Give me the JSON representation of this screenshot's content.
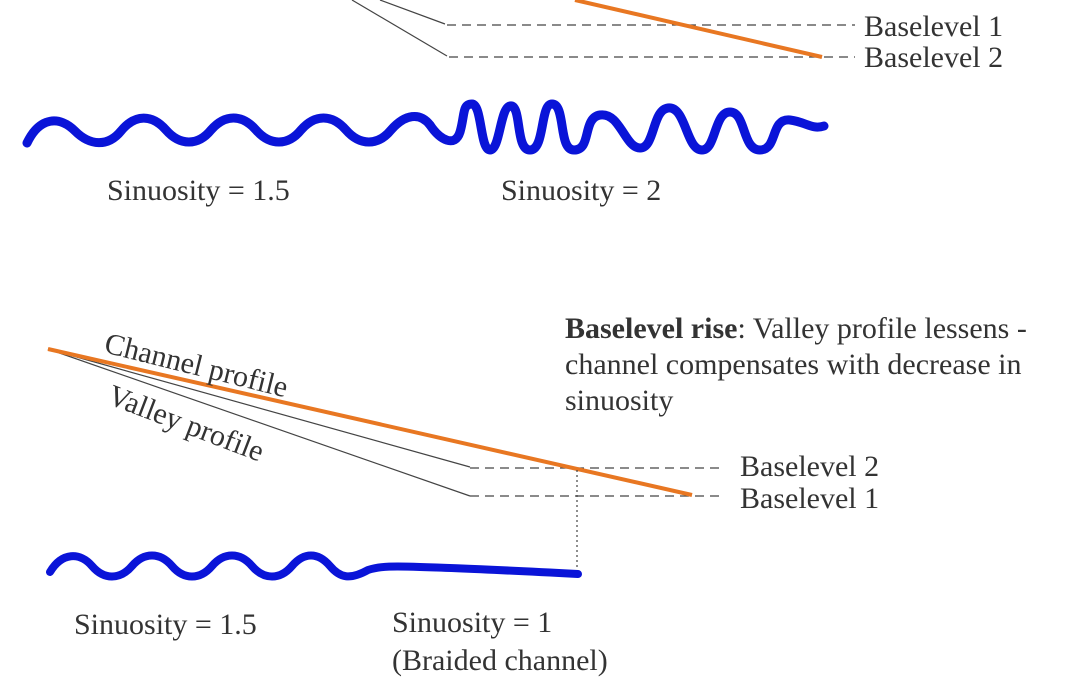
{
  "top_panel": {
    "baselevel_upper": "Baselevel 1",
    "baselevel_lower": "Baselevel 2",
    "sinuosity_left": "Sinuosity = 1.5",
    "sinuosity_right": "Sinuosity = 2"
  },
  "bottom_panel": {
    "caption_bold": "Baselevel rise",
    "caption_rest": ": Valley profile lessens -",
    "caption_line2": "channel compensates with decrease in",
    "caption_line3": "sinuosity",
    "channel_profile_label": "Channel profile",
    "valley_profile_label": "Valley profile",
    "baselevel_upper": "Baselevel 2",
    "baselevel_lower": "Baselevel 1",
    "sinuosity_left": "Sinuosity = 1.5",
    "sinuosity_right": "Sinuosity = 1",
    "sinuosity_right_note": "(Braided channel)"
  },
  "colors": {
    "channel_profile": "#e87722",
    "river": "#0a14d8",
    "lines": "#444444",
    "text": "#333333"
  }
}
